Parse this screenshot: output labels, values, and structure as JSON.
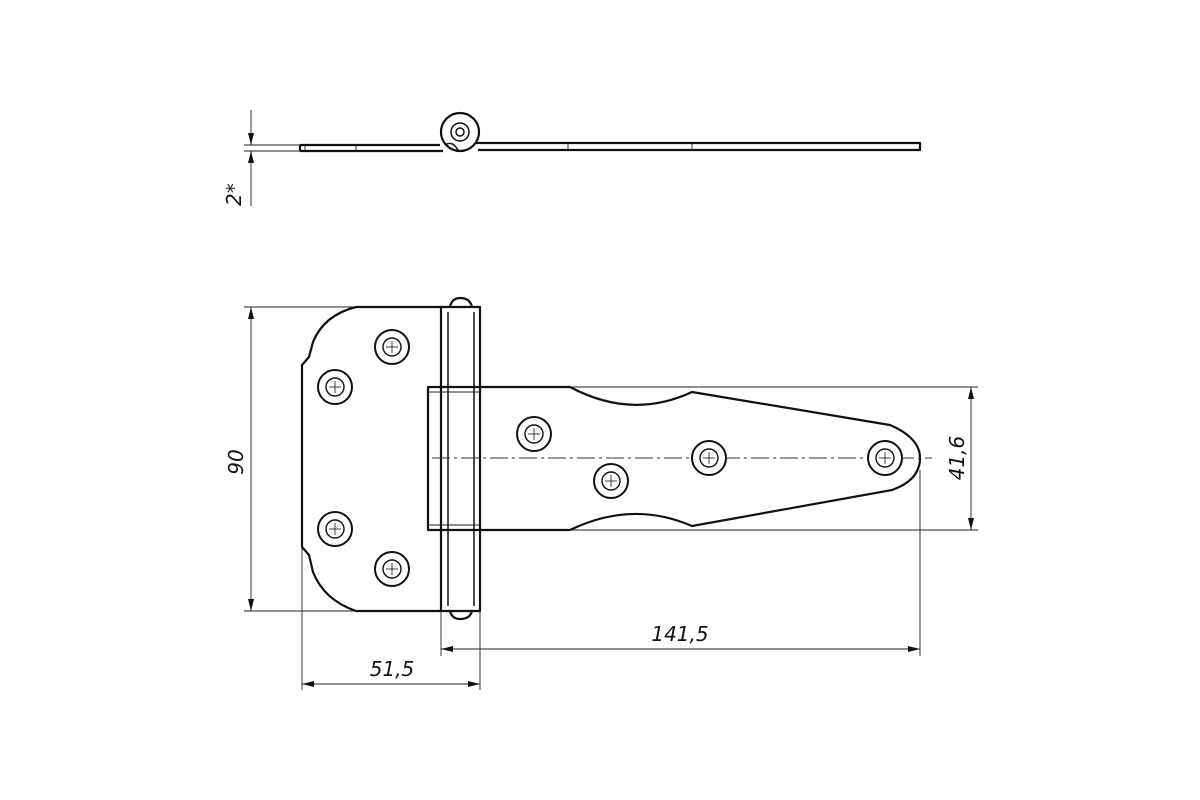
{
  "dimensions": {
    "thickness": "2*",
    "height": "90",
    "strap_width": "41,6",
    "strap_length": "141,5",
    "leaf_width": "51,5"
  }
}
